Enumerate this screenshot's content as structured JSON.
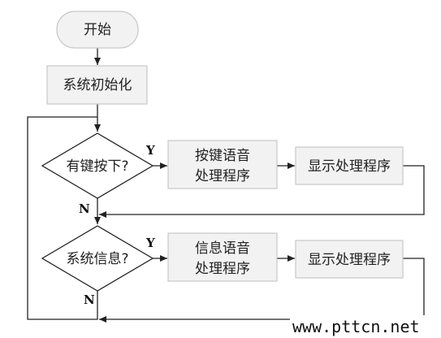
{
  "nodes": {
    "start": "开始",
    "init": "系统初始化",
    "decision_key": "有键按下?",
    "key_proc_line1": "按键语音",
    "key_proc_line2": "处理程序",
    "display_proc_1": "显示处理程序",
    "decision_info": "系统信息?",
    "info_proc_line1": "信息语音",
    "info_proc_line2": "处理程序",
    "display_proc_2": "显示处理程序"
  },
  "labels": {
    "yes_1": "Y",
    "no_1": "N",
    "yes_2": "Y",
    "no_2": "N"
  },
  "watermark": "www.pttcn.net",
  "colors": {
    "box_fill": "#f2f2f2",
    "box_stroke": "#c8c8c8",
    "line": "#222222"
  }
}
